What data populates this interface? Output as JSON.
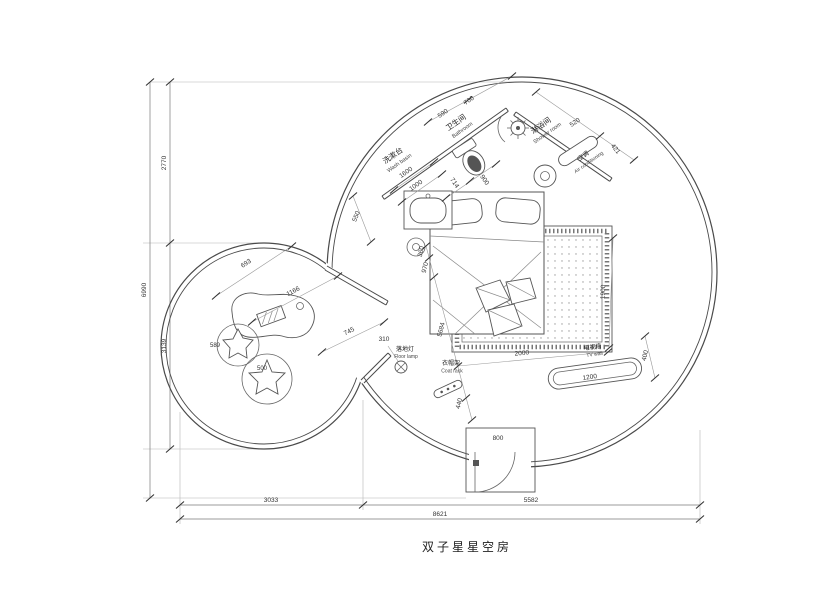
{
  "title": "双子星星空房",
  "labels": {
    "washbasin": {
      "cn": "洗漱台",
      "en": "Wash basin"
    },
    "bathroom": {
      "cn": "卫生间",
      "en": "Bathroom"
    },
    "shower": {
      "cn": "淋浴间",
      "en": "Shower room"
    },
    "ac": {
      "cn": "空调",
      "en": "Air conditioning"
    },
    "floor_lamp": {
      "cn": "落地灯",
      "en": "Floor lamp"
    },
    "coat_rack": {
      "cn": "衣帽架",
      "en": "Coat rack"
    },
    "tv_wall": {
      "cn": "电视墙",
      "en": "TV wall"
    }
  },
  "dims": {
    "h6990": "6990",
    "h2770": "2770",
    "h3139": "3139",
    "w3033": "3033",
    "w5582": "5582",
    "w8621": "8621",
    "d590": "590",
    "d700": "700",
    "d520": "520",
    "d421": "421",
    "d1600": "1600",
    "d1000": "1000",
    "d714": "714",
    "d900": "900",
    "d550": "550",
    "d360": "360",
    "d970": "970",
    "d5684": "5684",
    "d440": "440",
    "d1900": "1900",
    "d2000": "2000",
    "d310": "310",
    "d745": "745",
    "d693": "693",
    "d1166": "1166",
    "d589": "589",
    "d500": "500",
    "d1200": "1200",
    "d400": "400",
    "d800": "800"
  }
}
